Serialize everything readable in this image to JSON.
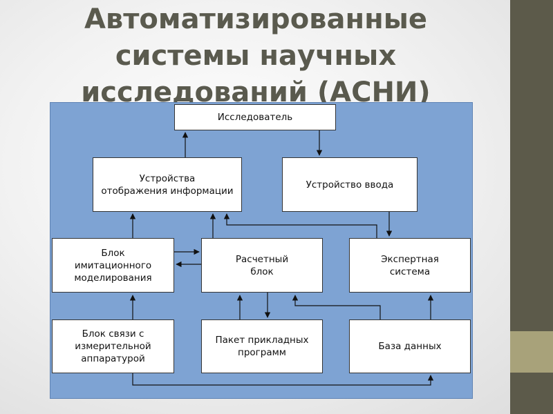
{
  "title": {
    "line1": "Автоматизированные",
    "line2": "системы научных",
    "line3": "исследований (АСНИ)"
  },
  "blocks": {
    "researcher": "Исследователь",
    "display_devices": "Устройства\nотображения информации",
    "input_device": "Устройство ввода",
    "simulation_block": "Блок\nимитационного\nмоделирования",
    "calc_block": "Расчетный\nблок",
    "expert_system": "Экспертная\nсистема",
    "comm_block": "Блок связи с\nизмерительной\nаппаратурой",
    "app_package": "Пакет прикладных\nпрограмм",
    "database": "База данных"
  },
  "colors": {
    "panel": "#7ea3d3",
    "title_text": "#5a5a4e",
    "side_dark": "#5c5a4a",
    "side_light": "#a8a27a"
  }
}
